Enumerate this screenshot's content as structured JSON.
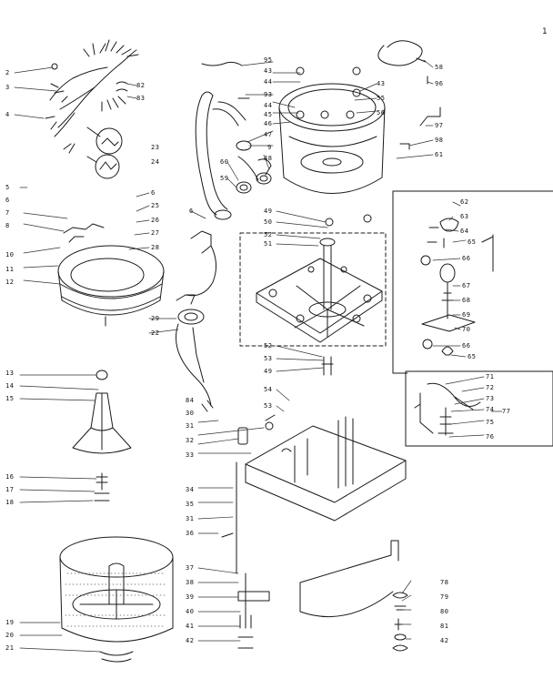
{
  "corner_mark": "1",
  "inset_marker": "77",
  "left_labels": [
    {
      "id": "p2",
      "t": "2"
    },
    {
      "id": "p3",
      "t": "3"
    },
    {
      "id": "p4",
      "t": "4"
    },
    {
      "id": "p5",
      "t": "5"
    },
    {
      "id": "p6",
      "t": "6"
    },
    {
      "id": "p7",
      "t": "7"
    },
    {
      "id": "p8",
      "t": "8"
    },
    {
      "id": "p10",
      "t": "10"
    },
    {
      "id": "p11",
      "t": "11"
    },
    {
      "id": "p12",
      "t": "12"
    },
    {
      "id": "p13",
      "t": "13"
    },
    {
      "id": "p14",
      "t": "14"
    },
    {
      "id": "p15",
      "t": "15"
    },
    {
      "id": "p16",
      "t": "16"
    },
    {
      "id": "p17",
      "t": "17"
    },
    {
      "id": "p18",
      "t": "18"
    },
    {
      "id": "p19",
      "t": "19"
    },
    {
      "id": "p20",
      "t": "20"
    },
    {
      "id": "p21",
      "t": "21"
    }
  ],
  "center_labels": [
    {
      "id": "c82",
      "t": "82"
    },
    {
      "id": "c83",
      "t": "83"
    },
    {
      "id": "c23",
      "t": "23"
    },
    {
      "id": "c24",
      "t": "24"
    },
    {
      "id": "c6a",
      "t": "6"
    },
    {
      "id": "c25",
      "t": "25"
    },
    {
      "id": "c26",
      "t": "26"
    },
    {
      "id": "c27",
      "t": "27"
    },
    {
      "id": "c28",
      "t": "28"
    },
    {
      "id": "c29",
      "t": "29"
    },
    {
      "id": "c22",
      "t": "22"
    },
    {
      "id": "c6b",
      "t": "6"
    },
    {
      "id": "c84",
      "t": "84"
    },
    {
      "id": "c30",
      "t": "30"
    },
    {
      "id": "c31a",
      "t": "31"
    },
    {
      "id": "c32",
      "t": "32"
    },
    {
      "id": "c33a",
      "t": "33"
    },
    {
      "id": "c34",
      "t": "34"
    },
    {
      "id": "c35",
      "t": "35"
    },
    {
      "id": "c31b",
      "t": "31"
    },
    {
      "id": "c36",
      "t": "36"
    },
    {
      "id": "c37",
      "t": "37"
    },
    {
      "id": "c38",
      "t": "38"
    },
    {
      "id": "c39",
      "t": "39"
    },
    {
      "id": "c40",
      "t": "40"
    },
    {
      "id": "c41",
      "t": "41"
    },
    {
      "id": "c42",
      "t": "42"
    }
  ],
  "upper_labels": [
    {
      "id": "u95",
      "t": "95"
    },
    {
      "id": "u43a",
      "t": "43"
    },
    {
      "id": "u44a",
      "t": "44"
    },
    {
      "id": "u93",
      "t": "93"
    },
    {
      "id": "u44b",
      "t": "44"
    },
    {
      "id": "u45",
      "t": "45"
    },
    {
      "id": "u46",
      "t": "46"
    },
    {
      "id": "u47",
      "t": "47"
    },
    {
      "id": "u9",
      "t": "9"
    },
    {
      "id": "u60",
      "t": "60"
    },
    {
      "id": "u48",
      "t": "48"
    },
    {
      "id": "u59",
      "t": "59"
    },
    {
      "id": "u43b",
      "t": "43"
    },
    {
      "id": "u55",
      "t": "55"
    },
    {
      "id": "u56",
      "t": "56"
    },
    {
      "id": "u58",
      "t": "58"
    },
    {
      "id": "u96",
      "t": "96"
    },
    {
      "id": "u97",
      "t": "97"
    },
    {
      "id": "u98",
      "t": "98"
    },
    {
      "id": "u61",
      "t": "61"
    },
    {
      "id": "u49a",
      "t": "49"
    },
    {
      "id": "u50",
      "t": "50"
    },
    {
      "id": "u52a",
      "t": "52"
    },
    {
      "id": "u51",
      "t": "51"
    },
    {
      "id": "u52b",
      "t": "52"
    },
    {
      "id": "u53a",
      "t": "53"
    },
    {
      "id": "u49b",
      "t": "49"
    },
    {
      "id": "u54",
      "t": "54"
    },
    {
      "id": "u53b",
      "t": "53"
    }
  ],
  "inset_labels": [
    {
      "id": "i62",
      "t": "62"
    },
    {
      "id": "i63",
      "t": "63"
    },
    {
      "id": "i64",
      "t": "64"
    },
    {
      "id": "i65a",
      "t": "65"
    },
    {
      "id": "i66",
      "t": "66"
    },
    {
      "id": "i67",
      "t": "67"
    },
    {
      "id": "i68",
      "t": "68"
    },
    {
      "id": "i69",
      "t": "69"
    },
    {
      "id": "i70",
      "t": "70"
    },
    {
      "id": "i66b",
      "t": "66"
    },
    {
      "id": "i65b",
      "t": "65"
    },
    {
      "id": "i71",
      "t": "71"
    },
    {
      "id": "i72",
      "t": "72"
    },
    {
      "id": "i73",
      "t": "73"
    },
    {
      "id": "i74",
      "t": "74"
    },
    {
      "id": "i75",
      "t": "75"
    },
    {
      "id": "i76",
      "t": "76"
    }
  ],
  "lower_right_labels": [
    {
      "id": "r78",
      "t": "78"
    },
    {
      "id": "r79",
      "t": "79"
    },
    {
      "id": "r80",
      "t": "80"
    },
    {
      "id": "r81",
      "t": "81"
    },
    {
      "id": "r42",
      "t": "42"
    }
  ]
}
